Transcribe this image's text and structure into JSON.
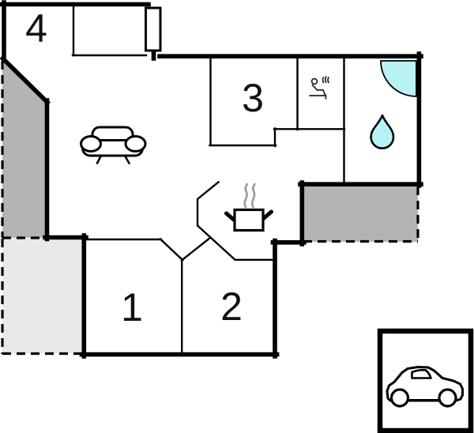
{
  "title": "Holiday home floor plan",
  "rooms": [
    {
      "id": "room-1",
      "label": "1",
      "type": "bedroom"
    },
    {
      "id": "room-2",
      "label": "2",
      "type": "bedroom"
    },
    {
      "id": "room-3",
      "label": "3",
      "type": "bedroom"
    },
    {
      "id": "room-4",
      "label": "4",
      "type": "bedroom"
    }
  ],
  "features": {
    "sofa": "sofa-icon",
    "stove": "cooking-pot-icon",
    "steam": "steam-lines-icon",
    "sauna": "sauna-person-icon",
    "shower": "corner-shower-icon",
    "water_drop": "water-drop-icon",
    "car": "car-icon",
    "carport": "carport-box",
    "entrance_door": "door-symbol",
    "terraces": [
      "terrace-northwest",
      "terrace-southwest",
      "terrace-southeast"
    ]
  },
  "colors": {
    "wall": "#000000",
    "background": "#ffffff",
    "fixture_fill": "#b9f2f5",
    "terrace_dark": "#b4b4b4",
    "terrace_light": "#e9e9e9",
    "steam": "#9a9a9a"
  }
}
